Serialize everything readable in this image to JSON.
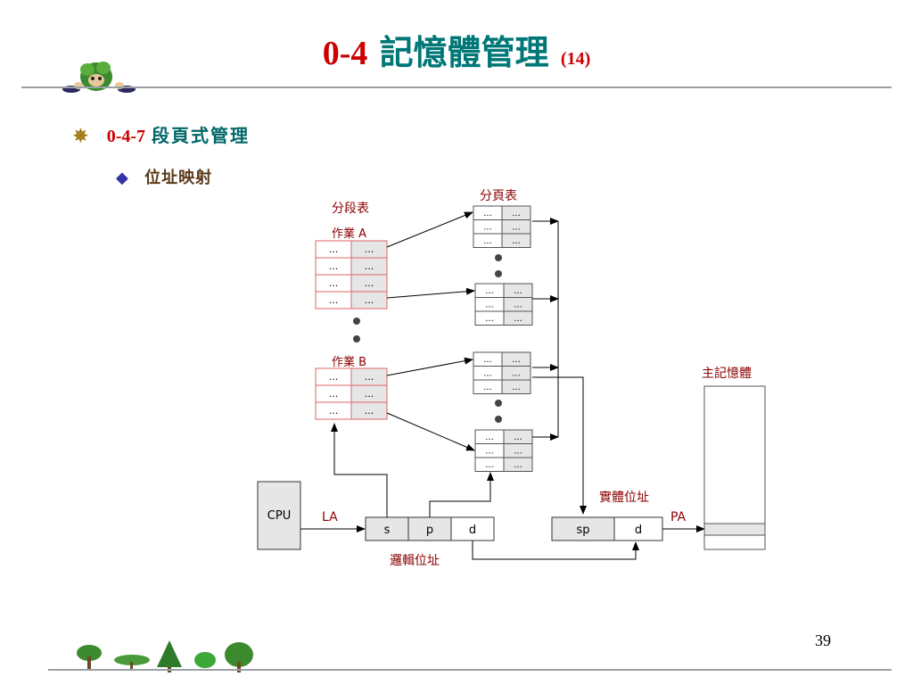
{
  "slide": {
    "title_num": "0-4",
    "title_text": "記憶體管理",
    "title_small": "(14)",
    "bullet1_num": "0-4-7",
    "bullet1_text": "段頁式管理",
    "bullet2_text": "位址映射",
    "page_number": "39"
  },
  "diagram": {
    "segment_table_label": "分段表",
    "page_table_label": "分頁表",
    "job_a_label": "作業 A",
    "job_b_label": "作業 B",
    "main_memory_label": "主記憶體",
    "physical_address_label": "實體位址",
    "logical_address_label": "邏輯位址",
    "cpu_label": "CPU",
    "la_label": "LA",
    "pa_label": "PA",
    "la_fields": [
      "s",
      "p",
      "d"
    ],
    "pa_fields": [
      "sp",
      "d"
    ],
    "cell_text": "..."
  },
  "colors": {
    "title_red": "#cc0000",
    "title_teal": "#007777",
    "segment_border": "#dd6666",
    "page_cell_fill": "#e6e6e6"
  },
  "icons": {
    "bullet1": "asterisk-bullet-icon",
    "bullet2": "diamond-bullet-icon",
    "header_logo": "tree-character-icon",
    "footer": "trees-decoration-icon"
  }
}
